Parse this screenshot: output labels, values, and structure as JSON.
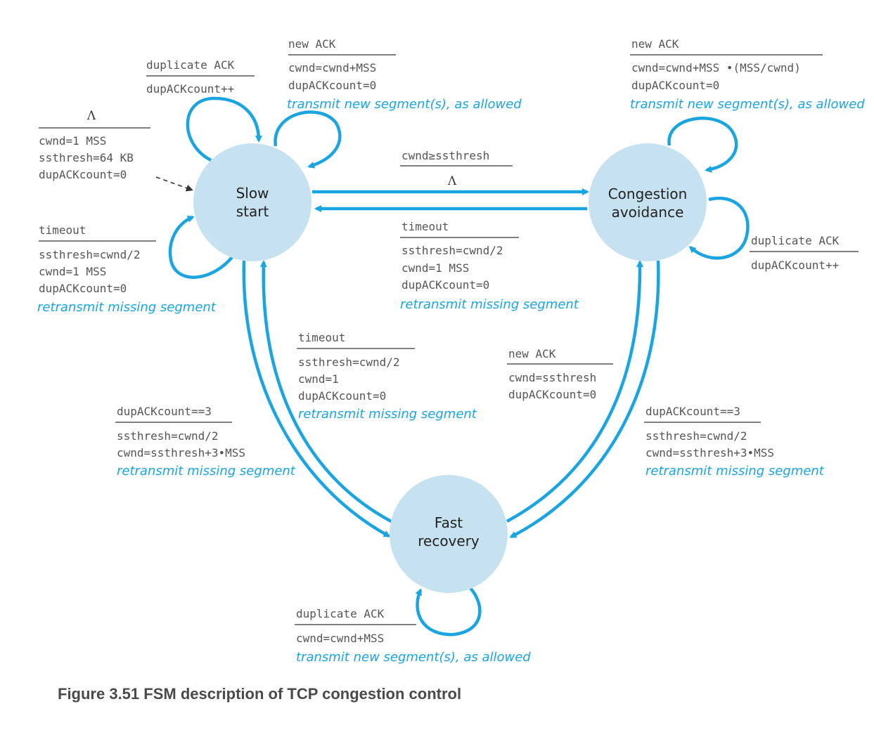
{
  "states": {
    "slow_start": [
      "Slow",
      "start"
    ],
    "congestion_avoidance": [
      "Congestion",
      "avoidance"
    ],
    "fast_recovery": [
      "Fast",
      "recovery"
    ]
  },
  "initial": {
    "event": "Λ",
    "actions": [
      "cwnd=1 MSS",
      "ssthresh=64 KB",
      "dupACKcount=0"
    ]
  },
  "ss_dup": {
    "event": "duplicate ACK",
    "actions": [
      "dupACKcount++"
    ]
  },
  "ss_new": {
    "event": "new ACK",
    "actions": [
      "cwnd=cwnd+MSS",
      "dupACKcount=0"
    ],
    "transmit": "transmit new segment(s), as allowed"
  },
  "ss_timeout": {
    "event": "timeout",
    "actions": [
      "ssthresh=cwnd/2",
      "cwnd=1 MSS",
      "dupACKcount=0"
    ],
    "transmit": "retransmit missing segment"
  },
  "ss_to_ca": {
    "event": "cwnd≥ssthresh",
    "action": "Λ"
  },
  "ca_to_ss": {
    "event": "timeout",
    "actions": [
      "ssthresh=cwnd/2",
      "cwnd=1 MSS",
      "dupACKcount=0"
    ],
    "transmit": "retransmit missing segment"
  },
  "ca_new": {
    "event": "new ACK",
    "actions": [
      "cwnd=cwnd+MSS •(MSS/cwnd)",
      "dupACKcount=0"
    ],
    "transmit": "transmit new segment(s), as allowed"
  },
  "ca_dup": {
    "event": "duplicate ACK",
    "actions": [
      "dupACKcount++"
    ]
  },
  "fr_to_ss": {
    "event": "timeout",
    "actions": [
      "ssthresh=cwnd/2",
      "cwnd=1",
      "dupACKcount=0"
    ],
    "transmit": "retransmit missing segment"
  },
  "fr_to_ca": {
    "event": "new ACK",
    "actions": [
      "cwnd=ssthresh",
      "dupACKcount=0"
    ]
  },
  "ss_to_fr": {
    "event": "dupACKcount==3",
    "actions": [
      "ssthresh=cwnd/2",
      "cwnd=ssthresh+3•MSS"
    ],
    "transmit": "retransmit missing segment"
  },
  "ca_to_fr": {
    "event": "dupACKcount==3",
    "actions": [
      "ssthresh=cwnd/2",
      "cwnd=ssthresh+3•MSS"
    ],
    "transmit": "retransmit missing segment"
  },
  "fr_dup": {
    "event": "duplicate ACK",
    "actions": [
      "cwnd=cwnd+MSS"
    ],
    "transmit": "transmit new segment(s), as allowed"
  },
  "caption": "Figure 3.51 FSM description of TCP congestion control",
  "colors": {
    "arrow": "#1aa5e0",
    "state_fill": "#c6e1ef",
    "action_text": "#1aa5e0"
  }
}
